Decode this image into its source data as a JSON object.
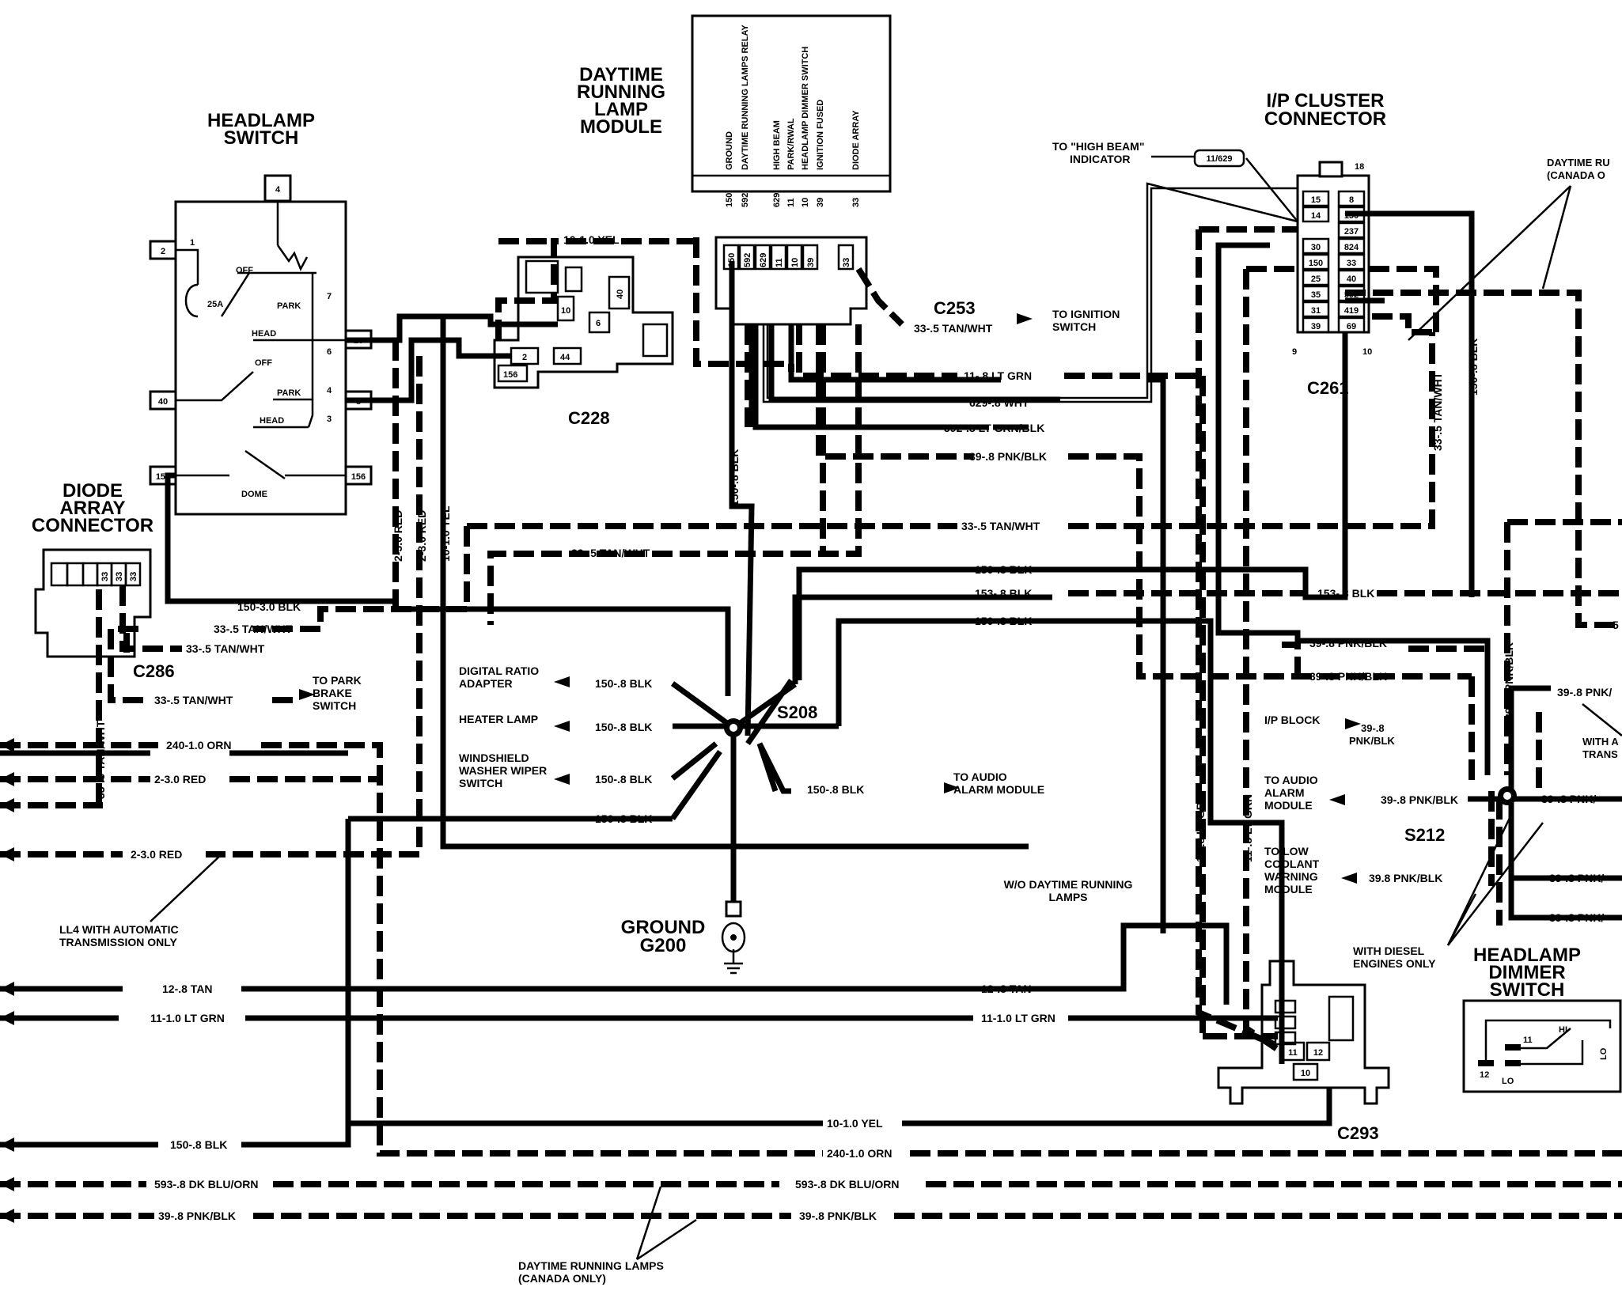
{
  "headings": {
    "headlamp_switch": [
      "HEADLAMP",
      "SWITCH"
    ],
    "drl_module": [
      "DAYTIME",
      "RUNNING",
      "LAMP",
      "MODULE"
    ],
    "ip_cluster": [
      "I/P CLUSTER",
      "CONNECTOR"
    ],
    "diode_array": [
      "DIODE",
      "ARRAY",
      "CONNECTOR"
    ],
    "dimmer_switch": [
      "HEADLAMP",
      "DIMMER",
      "SWITCH"
    ],
    "ground": [
      "GROUND",
      "G200"
    ]
  },
  "connectors": {
    "c228": "C228",
    "c253": "C253",
    "c261": "C261",
    "c286": "C286",
    "c293": "C293",
    "s208": "S208",
    "s212": "S212"
  },
  "drl_module_pins": [
    "GROUND",
    "DAYTIME RUNNING LAMPS RELAY",
    "HIGH BEAM",
    "PARK/RWAL",
    "HEADLAMP DIMMER SWITCH",
    "IGNITION FUSED",
    "DIODE ARRAY"
  ],
  "drl_module_circuits": [
    "150",
    "592",
    "629",
    "11",
    "10",
    "39",
    "33"
  ],
  "headlamp_switch": {
    "terminals": [
      "4",
      "2",
      "10",
      "40",
      "8",
      "150",
      "156"
    ],
    "labels": [
      "OFF",
      "25A",
      "PARK",
      "HEAD",
      "OFF",
      "PARK",
      "HEAD",
      "DOME"
    ],
    "contacts": [
      "1",
      "7",
      "6",
      "4",
      "3"
    ]
  },
  "ip_cluster_pins": {
    "left": [
      "15",
      "14",
      "30",
      "150",
      "25",
      "35",
      "31",
      "39"
    ],
    "right": [
      "8",
      "150",
      "237",
      "824",
      "33",
      "40",
      "592",
      "419",
      "69"
    ],
    "corner_top": "18",
    "corner_bl": "9",
    "corner_br": "10"
  },
  "diode_pins": [
    "33",
    "33",
    "33"
  ],
  "c228_pins": [
    "10",
    "40",
    "6",
    "2",
    "44",
    "156"
  ],
  "dimmer_pins": [
    "11",
    "12",
    "10"
  ],
  "dimmer_switch": {
    "labels": [
      "11",
      "HI",
      "12",
      "LO",
      "LO"
    ]
  },
  "annotations": {
    "high_beam": [
      "TO \"HIGH BEAM\"",
      "INDICATOR"
    ],
    "high_beam_circuit": "11/629",
    "drl_canada_top": [
      "DAYTIME RU",
      "(CANADA O"
    ],
    "to_ignition": [
      "TO IGNITION",
      "SWITCH"
    ],
    "to_park_brake": [
      "TO PARK",
      "BRAKE",
      "SWITCH"
    ],
    "digital_ratio": [
      "DIGITAL RATIO",
      "ADAPTER"
    ],
    "heater_lamp": "HEATER LAMP",
    "washer_wiper": [
      "WINDSHIELD",
      "WASHER WIPER",
      "SWITCH"
    ],
    "to_audio_208": [
      "TO AUDIO",
      "ALARM MODULE"
    ],
    "ll4": [
      "LL4 WITH AUTOMATIC",
      "TRANSMISSION ONLY"
    ],
    "wo_drl": [
      "W/O DAYTIME RUNNING",
      "LAMPS"
    ],
    "ip_block": "I/P BLOCK",
    "ip_block_wire": [
      "39-.8",
      "PNK/BLK"
    ],
    "to_audio_212": [
      "TO AUDIO",
      "ALARM",
      "MODULE"
    ],
    "to_low_coolant": [
      "TO LOW",
      "COOLANT",
      "WARNING",
      "MODULE"
    ],
    "with_diesel": [
      "WITH DIESEL",
      "ENGINES ONLY"
    ],
    "with_trans": [
      "WITH A",
      "TRANS"
    ],
    "drl_canada_bottom": [
      "DAYTIME RUNNING LAMPS",
      "(CANADA ONLY)"
    ]
  },
  "wires": {
    "yel_top": "10-1.0 YEL",
    "c253_wire": "33-.5 TAN/WHT",
    "lt_grn_11": "11-.8 LT GRN",
    "wht_629": "629-.8 WHT",
    "lt_grn_blk_592": "592-.8 LT GRN/BLK",
    "pnk_blk_39": "39-.8 PNK/BLK",
    "tan_wht_main": "33-.5 TAN/WHT",
    "tan_wht_mid": "33-.5 TAN/WHT",
    "blk_150_a": "150-.8 BLK",
    "blk_153": "153-.8 BLK",
    "blk_153_b": "153-.8 BLK",
    "blk_150_b": "150-.8 BLK",
    "blk_150_3": "150-3.0 BLK",
    "tan_wht_d1": "33-.5 TAN/WHT",
    "tan_wht_d2": "33-.5 TAN/WHT",
    "tan_wht_d3": "33-.5 TAN/WHT",
    "tan_wht_vert": "33-.5 TAN/WHT",
    "red_v1": "2-3.0 RED",
    "red_v2": "2-3.0 RED",
    "yel_v": "10-1.0 YEL",
    "blk_150_v": "150-.8 BLK",
    "blk_150_dra": "150-.8 BLK",
    "blk_150_heater": "150-.8 BLK",
    "blk_150_washer": "150-.8 BLK",
    "blk_150_left": "150-.8 BLK",
    "blk_150_audio": "150-.8 BLK",
    "orn_240": "240-1.0 ORN",
    "red_2_a": "2-3.0 RED",
    "red_2_b": "2-3.0 RED",
    "tan_12_left": "12-.8 TAN",
    "tan_12_right": "12-.8 TAN",
    "grn_11_left": "11-1.0 LT GRN",
    "grn_11_right": "11-1.0 LT GRN",
    "blk_150_bottom": "150-.8 BLK",
    "yel_bottom": "10-1.0 YEL",
    "orn_bottom": "240-1.0 ORN",
    "blu_593_left": "593-.8 DK BLU/ORN",
    "blu_593_right": "593-.8 DK BLU/ORN",
    "pnk_39_left": "39-.8 PNK/BLK",
    "pnk_39_right": "39-.8 PNK/BLK",
    "pnk_39_r1": "39-.8 PNK/BLK",
    "pnk_39_r2": "39-.8 PNK/BLK",
    "pnk_39_audio": "39-.8 PNK/BLK",
    "pnk_39_coolant": "39.8 PNK/BLK",
    "pnk_39_e1": "39-.8 PNK/",
    "pnk_39_e2": "39-.8 PNK/",
    "pnk_39_e3": "39-.8 PNK/",
    "pnk_39_e4": "39-.8 PNK/",
    "grn_v1": "11-.8 LT GRN",
    "grn_v2": "11-.8 LT GRN",
    "blk_150_vr": "150-.8 BLK",
    "tan_wht_vr": "33-.5 TAN/WHT",
    "pnk_39_vr": "39-.8 PNK/BLK",
    "edge_5": "5"
  }
}
